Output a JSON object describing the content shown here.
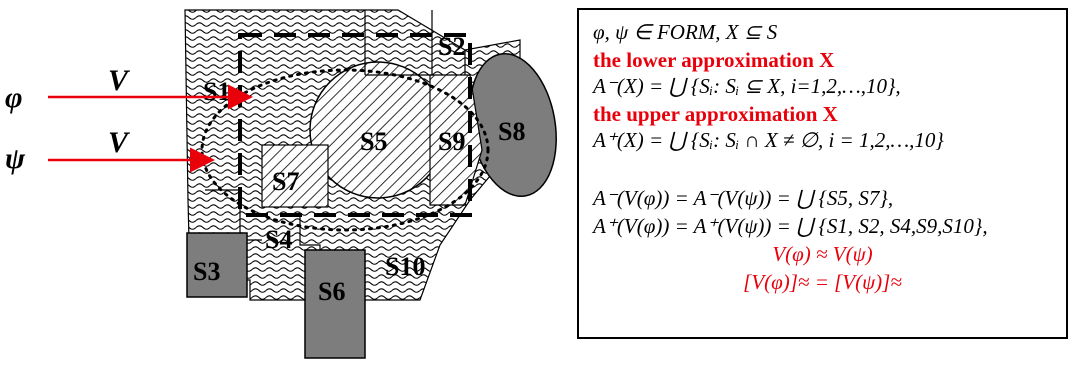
{
  "diagram": {
    "regions": [
      "S1",
      "S2",
      "S3",
      "S4",
      "S5",
      "S6",
      "S7",
      "S8",
      "S9",
      "S10"
    ],
    "inputs": [
      {
        "symbol": "φ",
        "arrow_label": "V"
      },
      {
        "symbol": "ψ",
        "arrow_label": "V"
      }
    ],
    "colors": {
      "hatch": "#000000",
      "gray_region": "#7d7d7d",
      "red": "#e8000b"
    },
    "icons": [
      "arrow-icon"
    ]
  },
  "formulas": {
    "line1": "φ, ψ ∈ FORM, X ⊆ S",
    "lower_title": "the lower approximation X",
    "lower_def": "A⁻(X) = ⋃ {Sᵢ: Sᵢ ⊆ X, i=1,2,…,10},",
    "upper_title": "the upper approximation X",
    "upper_def": "A⁺(X) = ⋃ {Sᵢ: Sᵢ ∩ X ≠ ∅, i = 1,2,…,10}",
    "lower_eq": "A⁻(V(φ)) = A⁻(V(ψ)) = ⋃ {S5, S7},",
    "upper_eq": "A⁺(V(φ)) = A⁺(V(ψ)) = ⋃ {S1, S2, S4,S9,S10},",
    "approx_eq": "V(φ) ≈ V(ψ)",
    "class_eq": "[V(φ)]≈ = [V(ψ)]≈"
  }
}
